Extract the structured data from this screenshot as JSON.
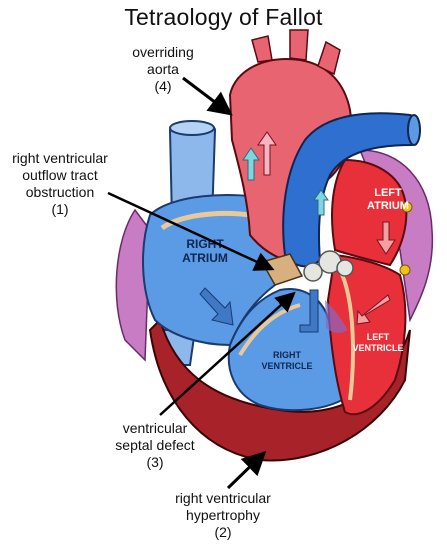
{
  "title": "Tetraology of Fallot",
  "callouts": {
    "overriding_aorta": {
      "lines": [
        "overriding",
        "aorta"
      ],
      "num": "(4)"
    },
    "rv_outflow": {
      "lines": [
        "right ventricular",
        "outflow tract",
        "obstruction"
      ],
      "num": "(1)"
    },
    "vsd": {
      "lines": [
        "ventricular",
        "septal defect"
      ],
      "num": "(3)"
    },
    "rv_hypertrophy": {
      "lines": [
        "right ventricular",
        "hypertrophy"
      ],
      "num": "(2)"
    }
  },
  "chambers": {
    "right_atrium": [
      "RIGHT",
      "ATRIUM"
    ],
    "left_atrium": [
      "LEFT",
      "ATRIUM"
    ],
    "right_ventricle": [
      "RIGHT",
      "VENTRICLE"
    ],
    "left_ventricle": [
      "LEFT",
      "VENTRICLE"
    ]
  },
  "colors": {
    "deoxygenated": "#5b9be6",
    "oxygenated": "#e8303a",
    "aorta": "#e86470",
    "muscle": "#a8222a",
    "vein": "#8cb8ec",
    "pericardium": "#c77cc4",
    "tissue": "#e9c99a"
  }
}
